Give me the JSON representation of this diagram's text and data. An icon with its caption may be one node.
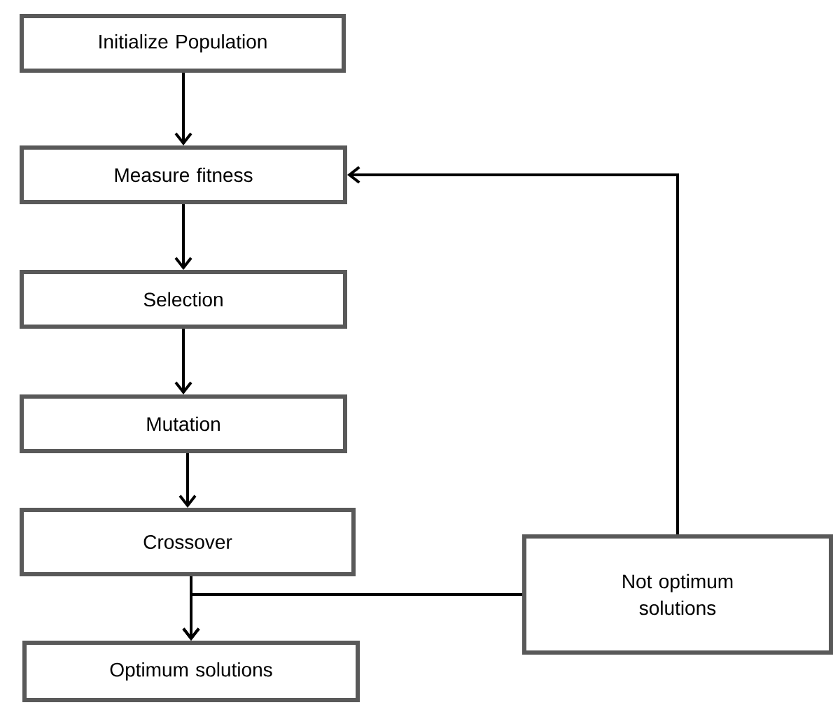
{
  "diagram": {
    "nodes": [
      {
        "text": [
          "Initialize Population"
        ]
      },
      {
        "text": [
          "Measure fitness"
        ]
      },
      {
        "text": [
          "Selection"
        ]
      },
      {
        "text": [
          "Mutation"
        ]
      },
      {
        "text": [
          "Crossover"
        ]
      },
      {
        "text": [
          "Not optimum solutions"
        ]
      },
      {
        "text": [
          "Optimum solutions"
        ]
      }
    ],
    "edges": [
      {
        "from": 0,
        "to": 1,
        "arrow": "to"
      },
      {
        "from": 1,
        "to": 2,
        "arrow": "to"
      },
      {
        "from": 2,
        "to": 3,
        "arrow": "to"
      },
      {
        "from": 3,
        "to": 4,
        "arrow": "to"
      },
      {
        "from": 4,
        "to": 6,
        "arrow": "to"
      },
      {
        "from": 5,
        "to": 6,
        "arrow": "to"
      },
      {
        "from": 5,
        "to": 1,
        "arrow": "to"
      }
    ]
  }
}
